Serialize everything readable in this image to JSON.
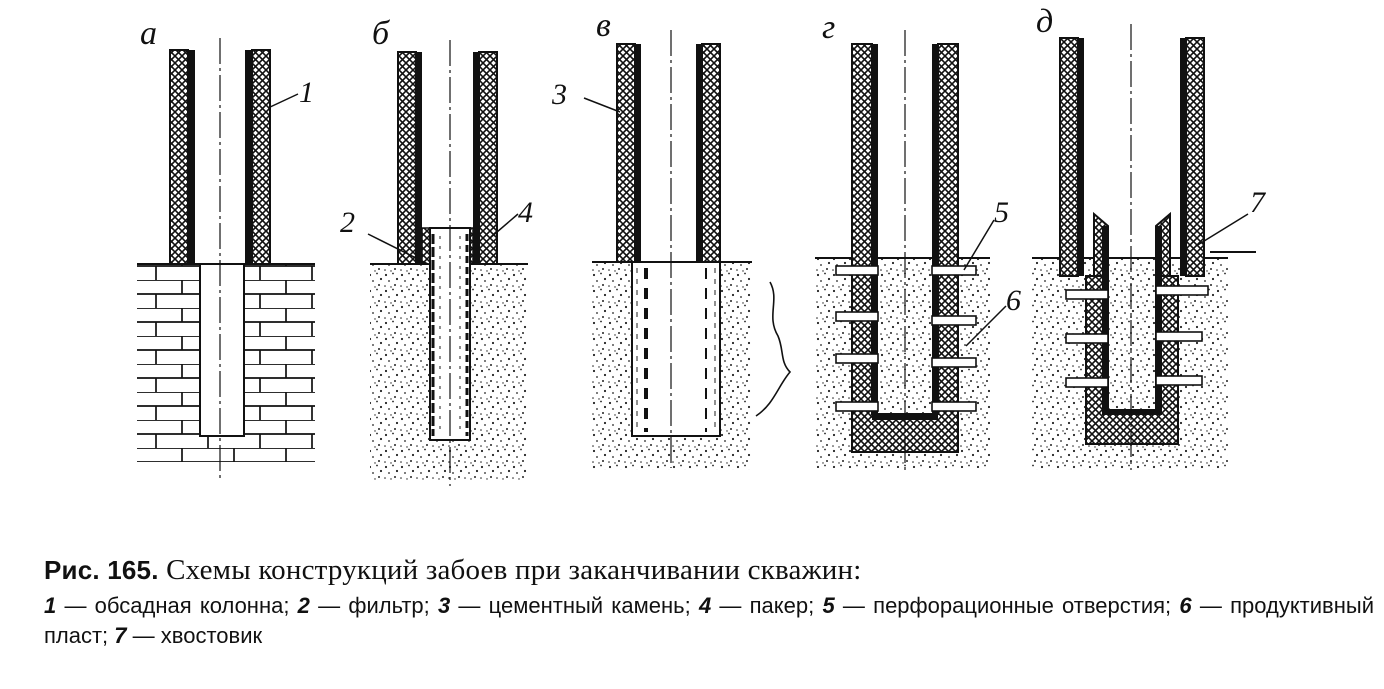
{
  "panels": [
    {
      "letter": "а"
    },
    {
      "letter": "б"
    },
    {
      "letter": "в"
    },
    {
      "letter": "г"
    },
    {
      "letter": "д"
    }
  ],
  "callouts": [
    "1",
    "2",
    "3",
    "4",
    "5",
    "6",
    "7"
  ],
  "caption": {
    "label": "Рис. 165.",
    "title": " Схемы конструкций забоев при заканчивании скважин:",
    "legend": [
      {
        "num": "1",
        "text": " — обсадная колонна; "
      },
      {
        "num": "2",
        "text": " — фильтр; "
      },
      {
        "num": "3",
        "text": " — цементный камень; "
      },
      {
        "num": "4",
        "text": " — пакер; "
      },
      {
        "num": "5",
        "text": " — перфорационные отверстия; "
      },
      {
        "num": "6",
        "text": " — продуктивный пласт; "
      },
      {
        "num": "7",
        "text": " — хвостовик"
      }
    ]
  }
}
